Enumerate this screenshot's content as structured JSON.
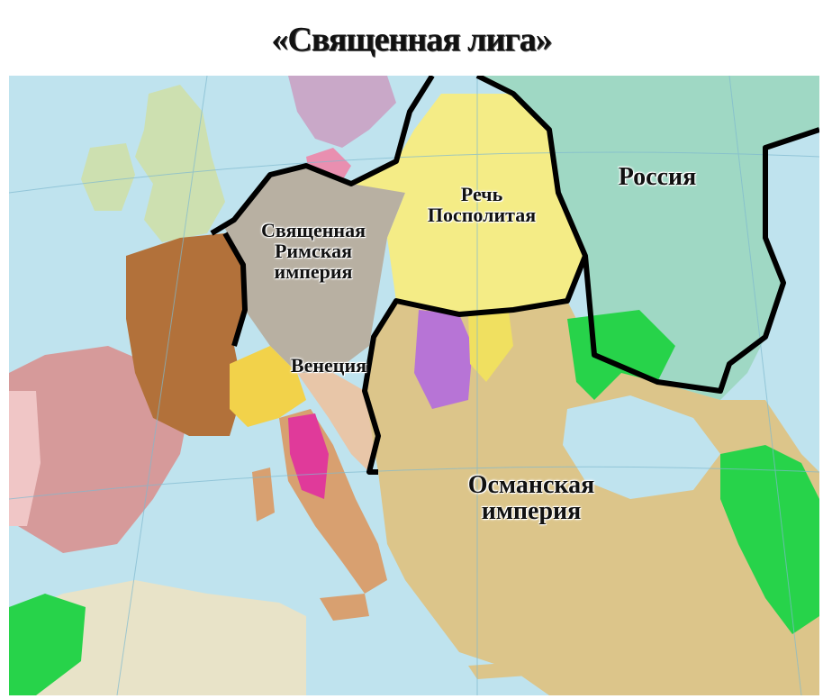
{
  "title": "«Священная лига»",
  "regions": {
    "russia": "Россия",
    "commonwealth": "Речь\nПосполитая",
    "hre": "Священная\nРимская\nимперия",
    "venice": "Венеция",
    "ottoman": "Османская\nимперия"
  },
  "colors": {
    "sea": "#bfe3ee",
    "russia": "#9fd8c4",
    "commonwealth": "#f4ec86",
    "hre": "#b8b0a2",
    "france": "#b2713a",
    "spain": "#d69a9a",
    "ottoman": "#dcc58a",
    "britain": "#cde0b0",
    "scandinavia": "#c9a8c8",
    "green_areas": "#27d34a",
    "border": "#000000"
  }
}
